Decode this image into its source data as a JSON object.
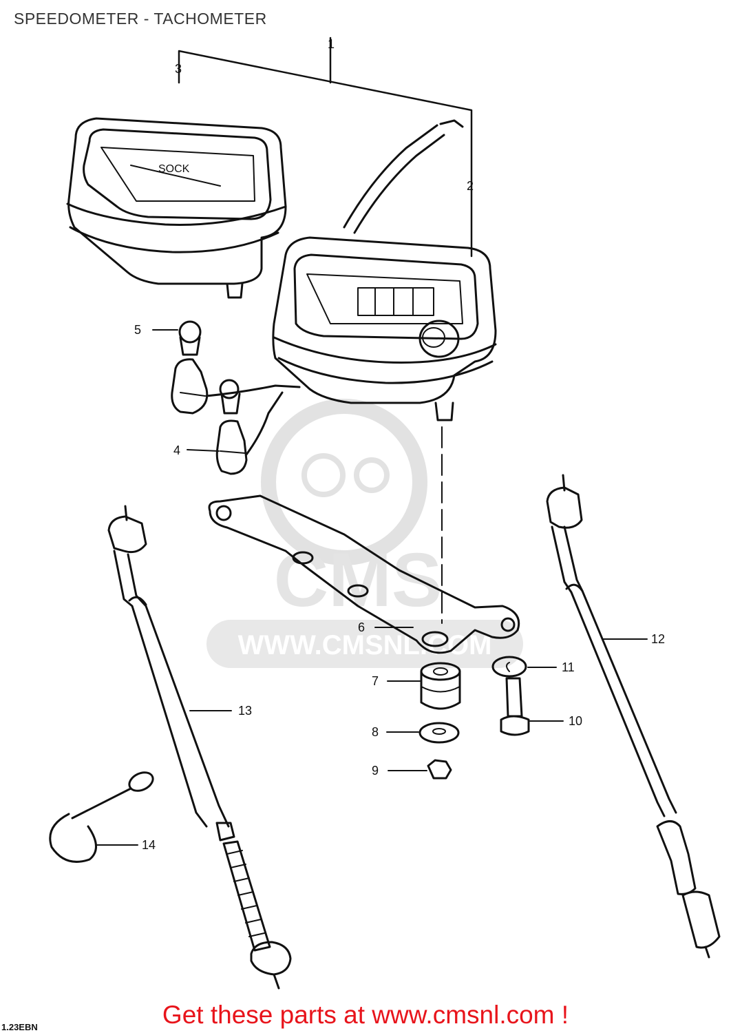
{
  "title": "SPEEDOMETER - TACHOMETER",
  "watermark": {
    "brand": "CMS",
    "url": "WWW.CMSNL.COM"
  },
  "diagram_code": "1.23EBN",
  "callouts": [
    {
      "id": "1",
      "label": "1"
    },
    {
      "id": "2",
      "label": "2"
    },
    {
      "id": "3",
      "label": "3"
    },
    {
      "id": "4",
      "label": "4"
    },
    {
      "id": "5",
      "label": "5"
    },
    {
      "id": "6",
      "label": "6"
    },
    {
      "id": "7",
      "label": "7"
    },
    {
      "id": "8",
      "label": "8"
    },
    {
      "id": "9",
      "label": "9"
    },
    {
      "id": "10",
      "label": "10"
    },
    {
      "id": "11",
      "label": "11"
    },
    {
      "id": "12",
      "label": "12"
    },
    {
      "id": "13",
      "label": "13"
    },
    {
      "id": "14",
      "label": "14"
    }
  ],
  "footer": {
    "link_text": "Get these parts at www.cmsnl.com !"
  },
  "colors": {
    "line": "#111111",
    "watermark": "#d9d9d9",
    "link": "#e8141b"
  }
}
